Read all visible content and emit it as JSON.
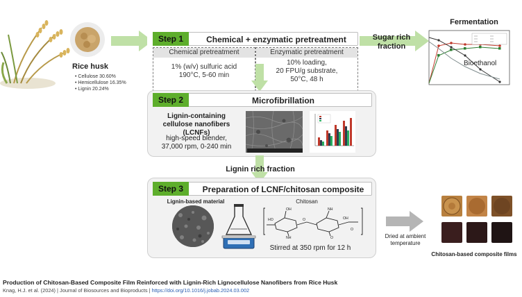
{
  "rice_husk": {
    "label": "Rice husk",
    "composition": [
      "Cellulose 30.60%",
      "Hemicellulose 16.35%",
      "Lignin 20.24%"
    ]
  },
  "step1": {
    "tag": "Step 1",
    "title": "Chemical + enzymatic pretreatment",
    "chemical": {
      "heading": "Chemical  pretreatment",
      "lines": [
        "1% (w/v) sulfuric acid",
        "190°C, 5-60 min"
      ]
    },
    "enzymatic": {
      "heading": "Enzymatic  pretreatment",
      "lines": [
        "10% loading,",
        "20 FPU/g substrate,",
        "50°C, 48 h"
      ]
    }
  },
  "sugar_fraction": {
    "line1": "Sugar rich",
    "line2": "fraction"
  },
  "fermentation": {
    "title": "Fermentation",
    "label": "Bioethanol"
  },
  "step2": {
    "tag": "Step 2",
    "title": "Microfibrillation",
    "lcnf_line1": "Lignin-containing",
    "lcnf_line2": "cellulose nanofibers (LCNFs)",
    "blender_line1": "high-speed blender,",
    "blender_line2": "37,000 rpm, 0-240 min"
  },
  "lignin_fraction": "Lignin rich fraction",
  "step3": {
    "tag": "Step 3",
    "title": "Preparation of LCNF/chitosan composite",
    "lignin_material": "Lignin-based material",
    "chitosan": "Chitosan",
    "stirred": "Stirred at 350 rpm for 12 h"
  },
  "dried": {
    "line1": "Dried at ambient",
    "line2": "temperature"
  },
  "films_label": "Chitosan-based composite films",
  "footer": {
    "title": "Production of Chitosan-Based Composite Film Reinforced with  Lignin-Rich Lignocellulose Nanofibers from Rice Husk",
    "authors": "Knag, H.J. et al. (2024)",
    "journal": "Journal of Biosources and Bioproducts",
    "doi": "https://doi.org/10.1016/j.jobab.2024.03.002"
  },
  "colors": {
    "step_green": "#5eae2c",
    "arrow_green": "#bfe0a6",
    "box_gray": "#f2f2f2",
    "link_blue": "#2a5db0"
  }
}
